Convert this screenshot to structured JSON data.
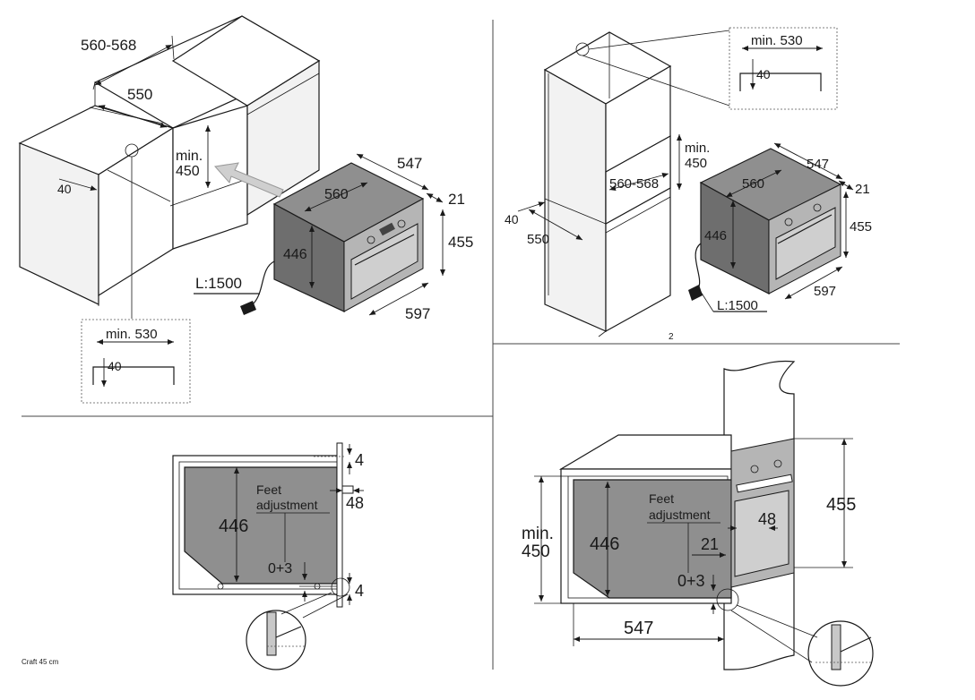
{
  "panel1": {
    "dim_width_range": "560-568",
    "dim_depth": "550",
    "dim_min_height_line1": "min.",
    "dim_min_height_line2": "450",
    "dim_40": "40",
    "dim_oven_depth": "547",
    "dim_oven_inner": "560",
    "dim_front": "21",
    "dim_height": "455",
    "dim_body_height": "446",
    "dim_width": "597",
    "cable": "L:1500",
    "inset_min": "min. 530",
    "inset_40": "40"
  },
  "panel2": {
    "inset_min": "min. 530",
    "inset_40": "40",
    "dim_min_line1": "min.",
    "dim_min_line2": "450",
    "dim_width_range": "560-568",
    "dim_40": "40",
    "dim_depth": "550",
    "dim_oven_depth": "547",
    "dim_oven_inner": "560",
    "dim_front": "21",
    "dim_height": "455",
    "dim_body_height": "446",
    "dim_width": "597",
    "cable": "L:1500",
    "page_number": "2"
  },
  "panel3": {
    "dim_top": "4",
    "feet_line1": "Feet",
    "feet_line2": "adjustment",
    "dim_48": "48",
    "dim_446": "446",
    "dim_adjust": "0+3",
    "dim_bottom": "4",
    "footer": "Craft 45 cm"
  },
  "panel4": {
    "dim_min_line1": "min.",
    "dim_min_line2": "450",
    "feet_line1": "Feet",
    "feet_line2": "adjustment",
    "dim_446": "446",
    "dim_48": "48",
    "dim_21": "21",
    "dim_adjust": "0+3",
    "dim_455": "455",
    "dim_547": "547"
  }
}
